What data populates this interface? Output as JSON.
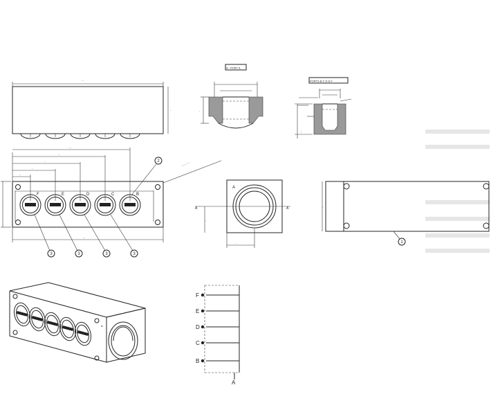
{
  "views": {
    "section_title_a": "A - PORT A",
    "section_title_bcdef": "PORTS B C D E F"
  },
  "ports": {
    "top": [
      "F",
      "E",
      "D",
      "C",
      "B"
    ],
    "side": "A",
    "schematic": [
      "F",
      "E",
      "D",
      "C",
      "B"
    ],
    "schematic_common": "A"
  },
  "balloons": [
    "2",
    "3",
    "3",
    "3",
    "3",
    "1"
  ]
}
